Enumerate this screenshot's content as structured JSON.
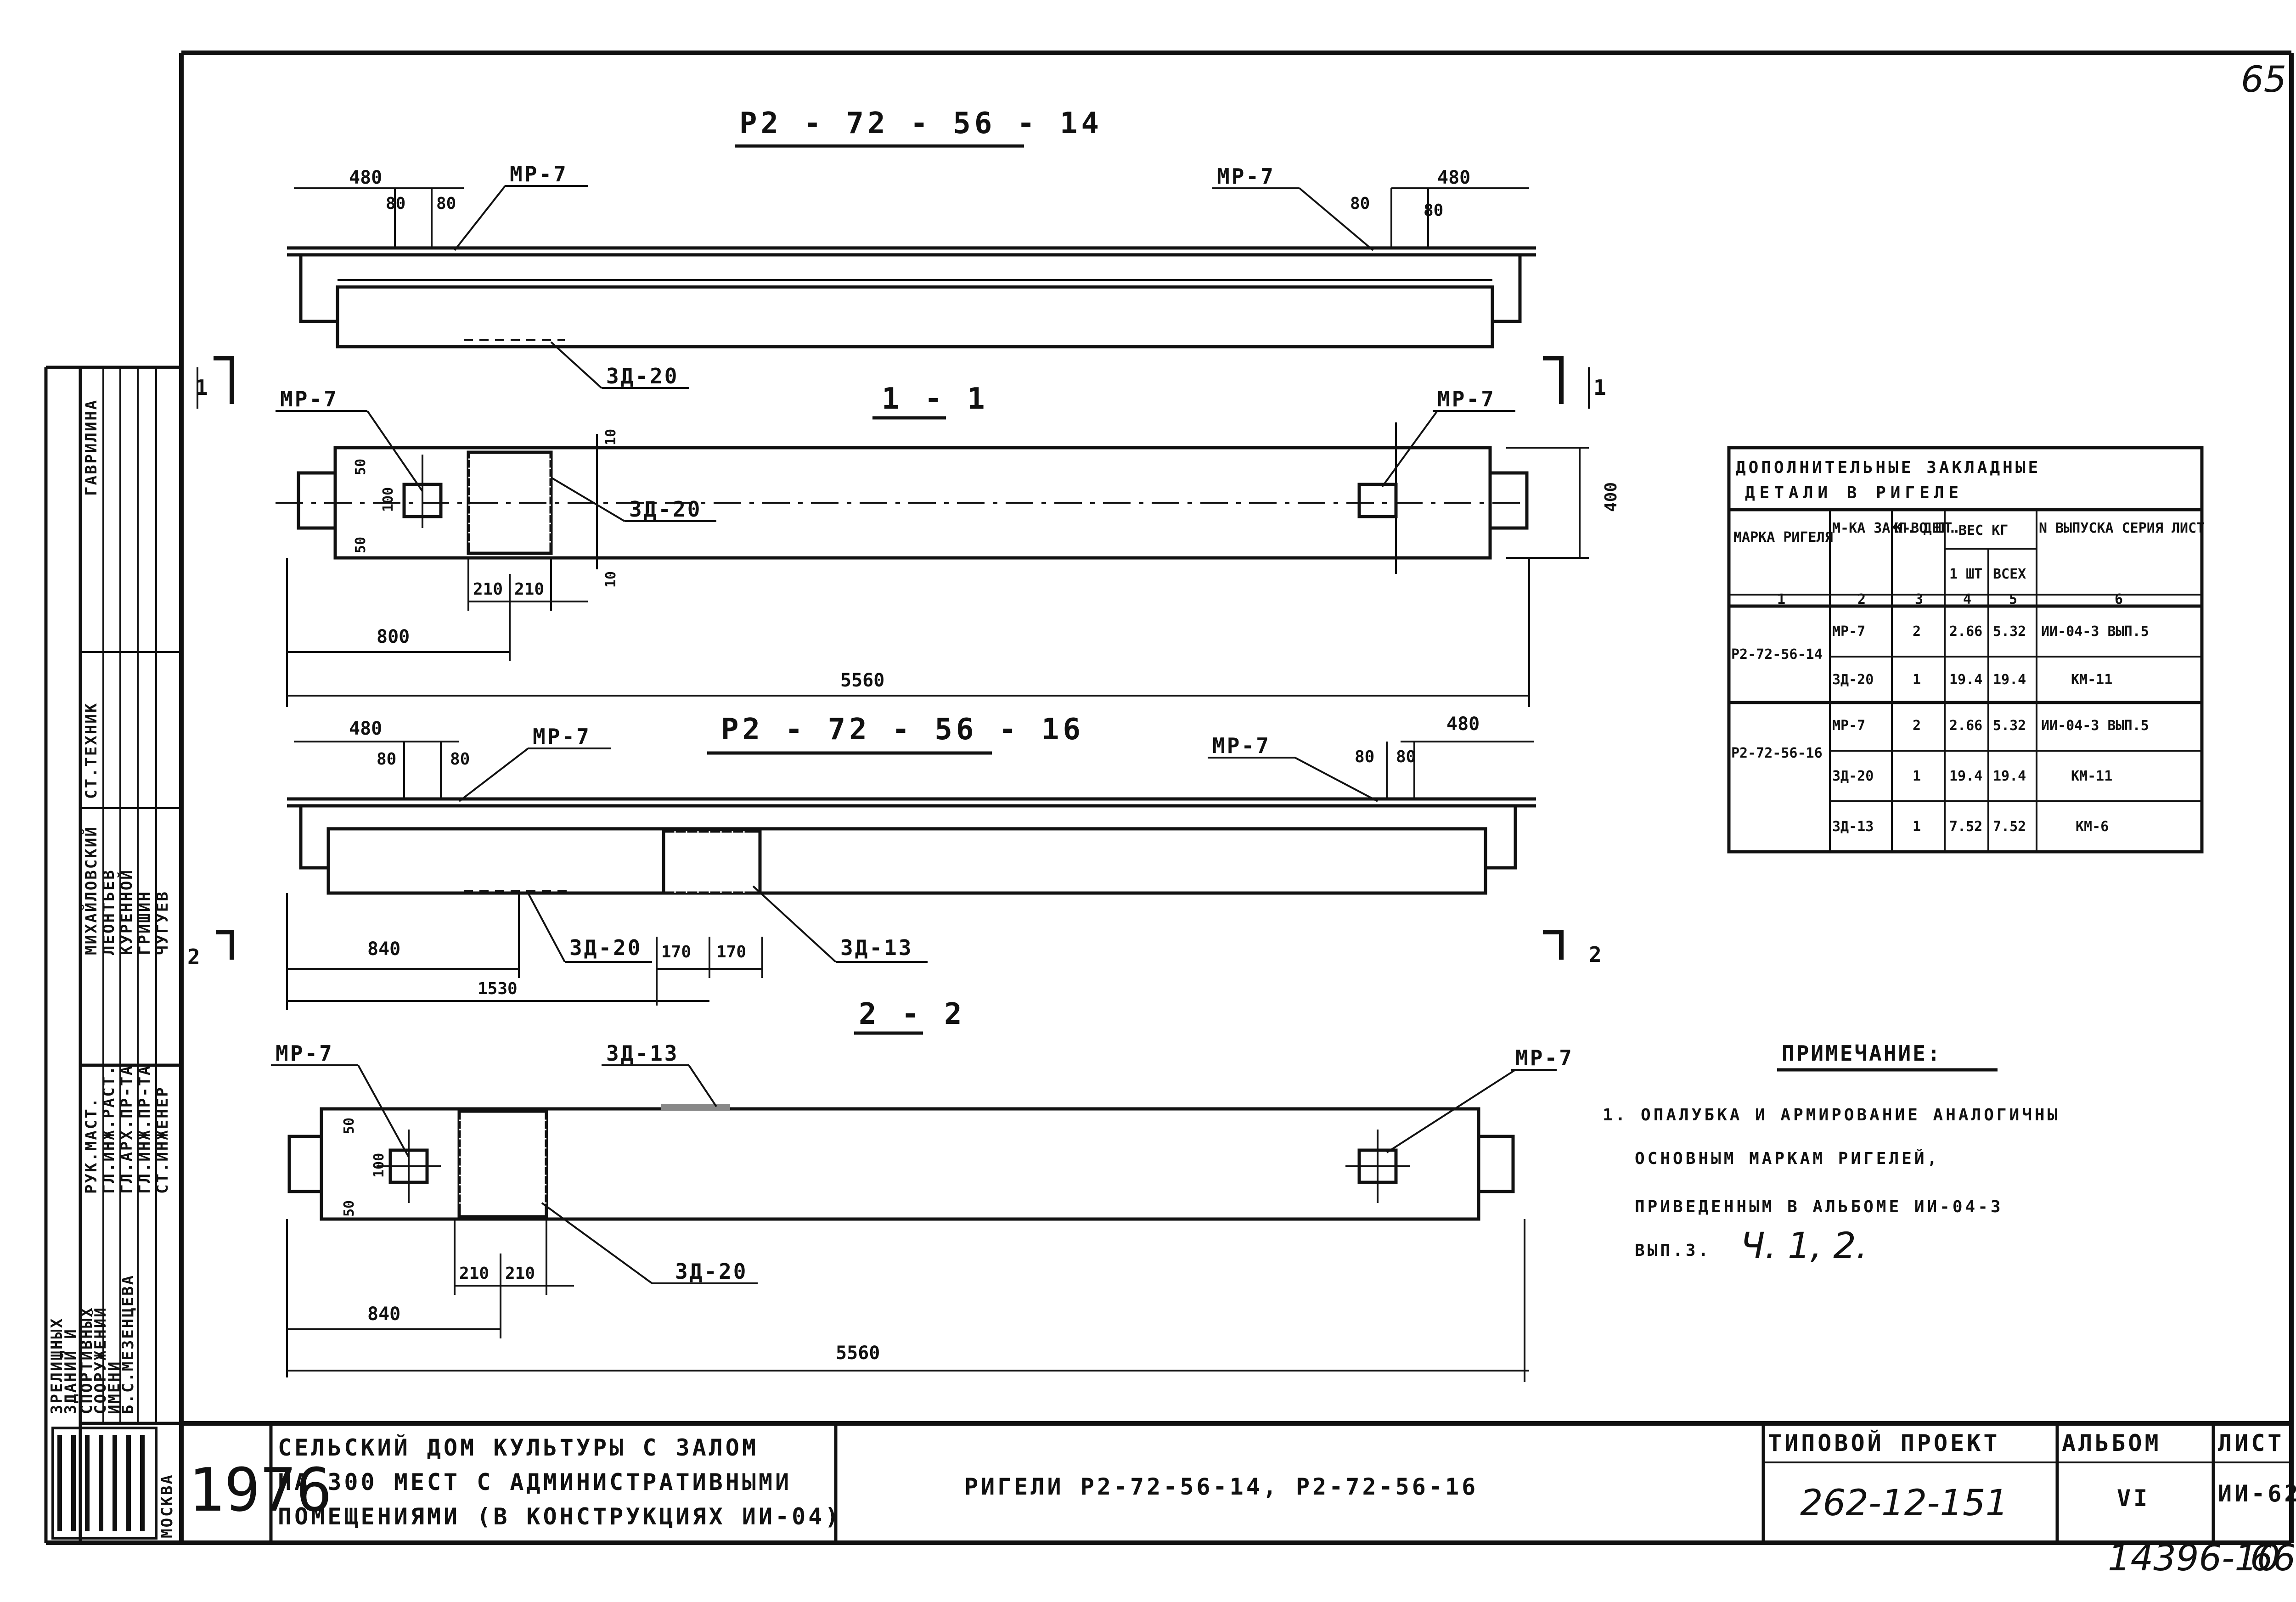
{
  "drawing": {
    "top_title": "Р2 - 72 - 56 - 14",
    "mid_title": "Р2 - 72 - 56 - 16",
    "section_1": "1 - 1",
    "section_2": "2 - 2",
    "cut_1": "1",
    "cut_2": "2",
    "mark_mr7": "МР-7",
    "mark_zd20": "ЗД-20",
    "mark_zd13": "ЗД-13",
    "dim_480": "480",
    "dim_80": "80",
    "dim_50": "50",
    "dim_100": "100",
    "dim_10": "10",
    "dim_210": "210",
    "dim_170": "170",
    "dim_400": "400",
    "dim_800": "800",
    "dim_840": "840",
    "dim_1530": "1530",
    "dim_5560": "5560",
    "corner_mark": "65"
  },
  "table": {
    "title_line1": "ДОПОЛНИТЕЛЬНЫЕ ЗАКЛАДНЫЕ",
    "title_line2": "ДЕТАЛИ В РИГЕЛЕ",
    "headers": {
      "col1": "МАРКА РИГЕЛЯ",
      "col2": "М-КА ЗАКЛ. ДЕТ.",
      "col3": "К-ВО ШТ.",
      "col45": "ВЕС КГ",
      "col4": "1 ШТ",
      "col5": "ВСЕХ",
      "col6": "N ВЫПУСКА СЕРИЯ ЛИСТ"
    },
    "col_numbers": [
      "1",
      "2",
      "3",
      "4",
      "5",
      "6"
    ],
    "groups": [
      {
        "mark": "Р2-72-56-14",
        "rows": [
          {
            "detail": "МР-7",
            "qty": "2",
            "w1": "2.66",
            "wall": "5.32",
            "ref": "ИИ-04-3 ВЫП.5"
          },
          {
            "detail": "ЗД-20",
            "qty": "1",
            "w1": "19.4",
            "wall": "19.4",
            "ref": "КМ-11"
          }
        ]
      },
      {
        "mark": "Р2-72-56-16",
        "rows": [
          {
            "detail": "МР-7",
            "qty": "2",
            "w1": "2.66",
            "wall": "5.32",
            "ref": "ИИ-04-3 ВЫП.5"
          },
          {
            "detail": "ЗД-20",
            "qty": "1",
            "w1": "19.4",
            "wall": "19.4",
            "ref": "КМ-11"
          },
          {
            "detail": "ЗД-13",
            "qty": "1",
            "w1": "7.52",
            "wall": "7.52",
            "ref": "КМ-6"
          }
        ]
      }
    ]
  },
  "note": {
    "heading": "ПРИМЕЧАНИЕ:",
    "line1": "1. ОПАЛУБКА И АРМИРОВАНИЕ АНАЛОГИЧНЫ",
    "line2": "ОСНОВНЫМ МАРКАМ РИГЕЛЕЙ,",
    "line3": "ПРИВЕДЕННЫМ В АЛЬБОМЕ ИИ-04-3",
    "line4": "ВЫП.3.",
    "line4_hand": "Ч. 1, 2."
  },
  "title_block": {
    "org_lines": [
      "ЗРЕЛИЩНЫХ",
      "ЗДАНИЙ И",
      "СПОРТИВНЫХ",
      "СООРУЖЕНИЙ",
      "ИМЕНИ",
      "Б.С.МЕЗЕНЦЕВА"
    ],
    "city": "МОСКВА",
    "year": "1976",
    "project_line1": "СЕЛЬСКИЙ ДОМ КУЛЬТУРЫ С ЗАЛОМ",
    "project_line2": "НА 300 МЕСТ С АДМИНИСТРАТИВНЫМИ",
    "project_line3": "ПОМЕЩЕНИЯМИ (В КОНСТРУКЦИЯХ ИИ-04)",
    "sheet_title": "РИГЕЛИ Р2-72-56-14, Р2-72-56-16",
    "typical_label": "ТИПОВОЙ ПРОЕКТ",
    "typical_value": "262-12-151",
    "album_label": "АЛЬБОМ",
    "album_value": "VI",
    "sheet_label": "ЛИСТ",
    "sheet_value": "ИИ-62",
    "bottom_code": "14396-10",
    "bottom_page": "66"
  },
  "signatures": {
    "roles": [
      "РУК.МАСТ.",
      "ГЛ.ИНЖ.РАСТ.",
      "ГЛ.АРХ.ПР-ТА",
      "ГЛ.ИНЖ.ПР-ТА",
      "СТ.ИНЖЕНЕР",
      "СТ.ТЕХНИК"
    ],
    "names": [
      "ЛЕОНТЬЕВ",
      "КУРЕННОЙ",
      "ГРИШИН",
      "ЧУГУЕВ",
      "ГАВРИЛИНА",
      "МИХАЙЛОВСКИЙ"
    ]
  }
}
